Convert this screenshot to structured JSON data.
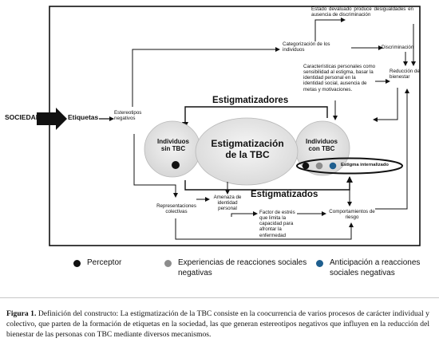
{
  "diagram": {
    "sociedad": "SOCIEDAD",
    "etiquetas": "Etiquetas",
    "estereotipos": "Estereotipos negativos",
    "estado_devaluado": "Estado devaluado produce desigualdades en ausencia de discriminación",
    "categorizacion": "Categorización de los individuos",
    "discriminacion": "Discriminación",
    "reduccion": "Reducción de bienestar",
    "caracteristicas": "Características personales como sensibilidad al estigma, basar la identidad personal en la identidad social, ausencia de metas y motivaciones.",
    "estigmatizadores": "Estigmatizadores",
    "individuos_sin": "Individuos sin TBC",
    "estigmatizacion": "Estigmatización de la TBC",
    "individuos_con": "Individuos con TBC",
    "estigma_internalizado": "Estigma internalizado",
    "estigmatizados": "Estigmatizados",
    "representaciones": "Representaciones colectivas",
    "amenaza": "Amenaza de identidad personal",
    "factor_estres": "Factor de estrés que limita la capacidad para afrontar la enfermedad",
    "comportamientos": "Comportamientos de riesgo"
  },
  "legend": {
    "items": [
      {
        "label": "Perceptor",
        "color": "#111111"
      },
      {
        "label": "Experiencias de reacciones sociales negativas",
        "color": "#8c8c8c"
      },
      {
        "label": "Anticipación a reacciones sociales negativas",
        "color": "#1f5f8f"
      }
    ]
  },
  "caption": {
    "label": "Figura 1.",
    "text": "Definición del constructo: La estigmatización de la TBC consiste en la coocurrencia de varios procesos de carácter individual y colectivo, que parten de la formación de etiquetas en la sociedad, las que generan estereotipos negativos que influyen en la reducción del bienestar de las personas con TBC mediante diversos mecanismos."
  }
}
